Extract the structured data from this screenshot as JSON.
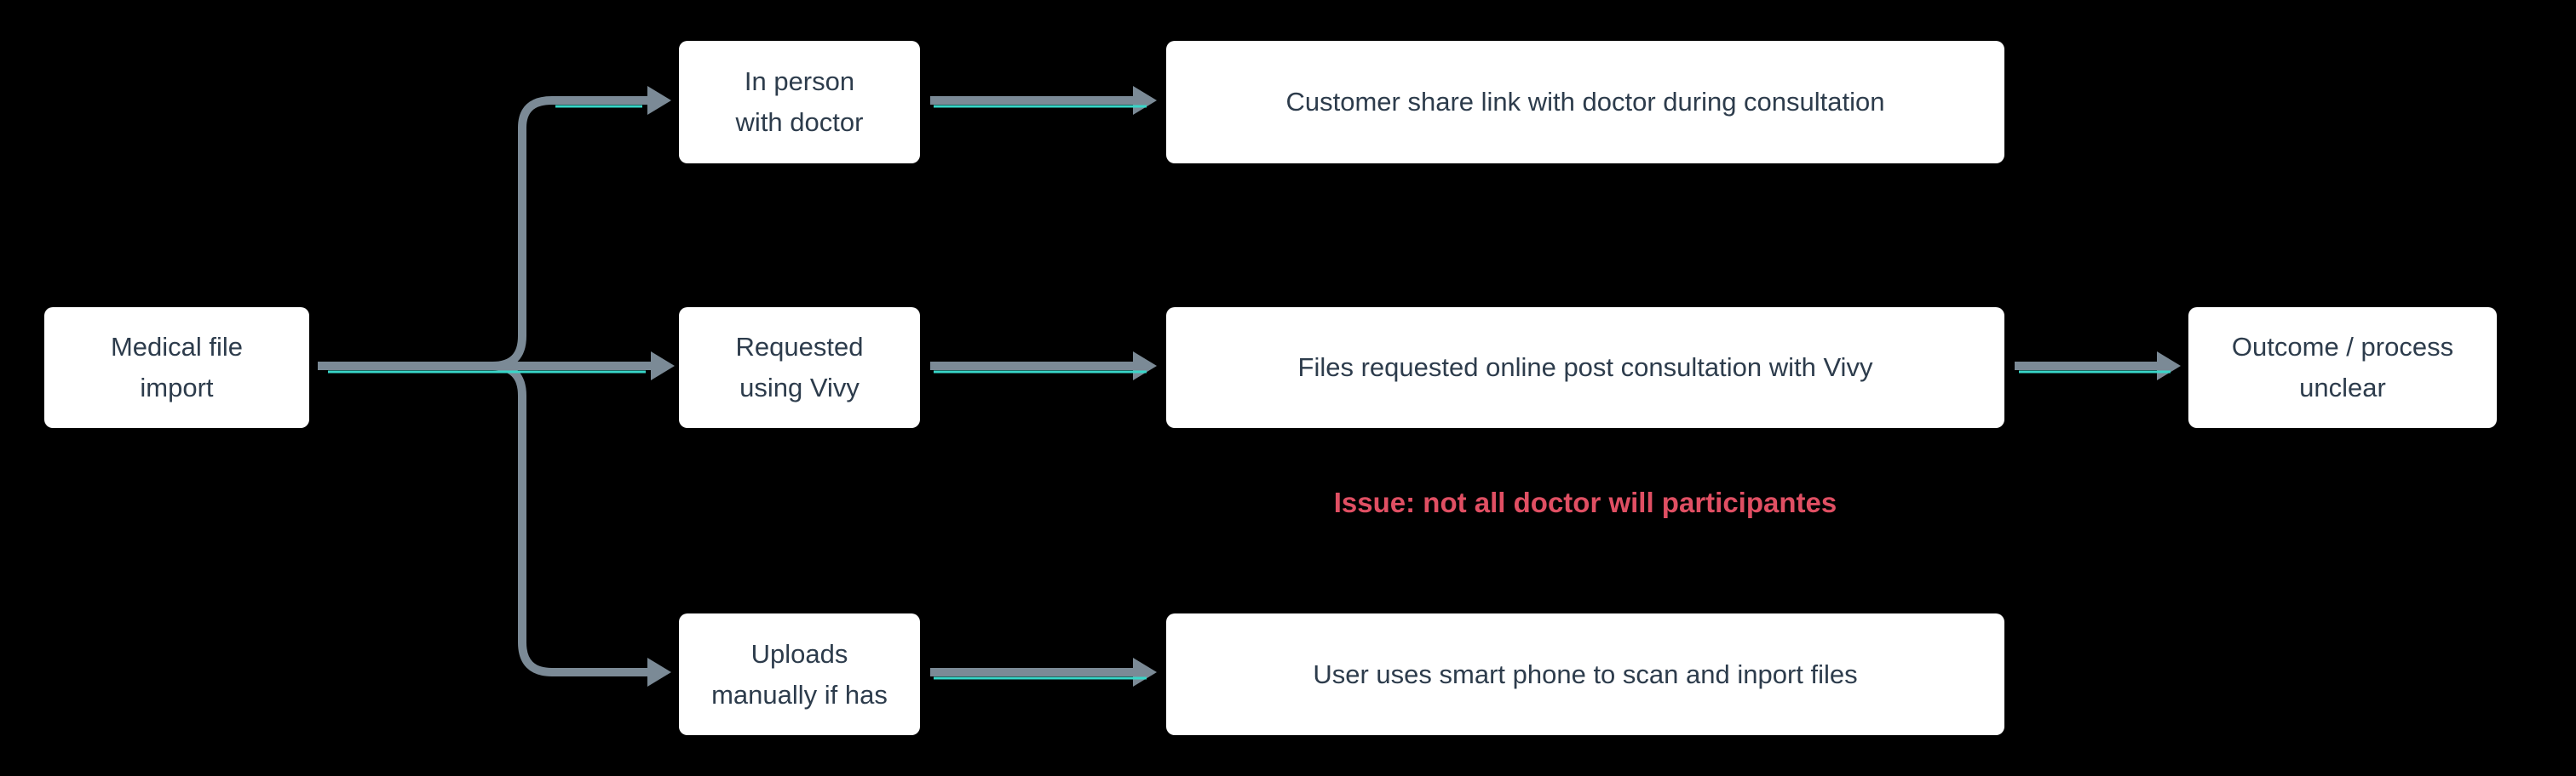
{
  "diagram": {
    "nodes": {
      "medical": {
        "label": "Medical file\nimport"
      },
      "inperson": {
        "label": "In person\nwith doctor"
      },
      "request": {
        "label": "Requested\nusing Vivy"
      },
      "uploads": {
        "label": "Uploads\nmanually if has"
      },
      "customer": {
        "label": "Customer share link with doctor during consultation"
      },
      "files": {
        "label": "Files requested online post consultation with Vivy"
      },
      "user": {
        "label": "User uses smart phone to scan and inport files"
      },
      "outcome": {
        "label": "Outcome / process\nunclear"
      }
    },
    "annotation": {
      "issue": "Issue: not all doctor will participantes"
    }
  },
  "colors": {
    "background": "#000000",
    "node_bg": "#ffffff",
    "node_text": "#2d3c4c",
    "arrow": "#7b8a96",
    "accent": "#38d6c8",
    "issue": "#e04f63"
  }
}
